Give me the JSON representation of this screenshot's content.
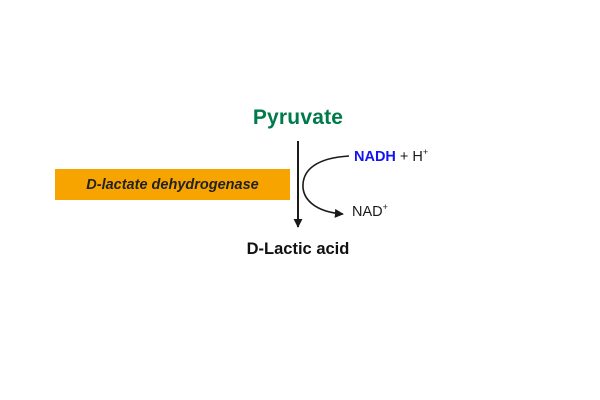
{
  "diagram": {
    "substrate": "Pyruvate",
    "enzyme": "D-lactate dehydrogenase",
    "product": "D-Lactic acid",
    "cofactor_in": {
      "name": "NADH",
      "plus": " + H",
      "sup": "+"
    },
    "cofactor_out": {
      "base": "NAD",
      "sup": "+"
    },
    "colors": {
      "substrate_green": "#00794B",
      "enzyme_orange": "#F7A400",
      "nadh_blue": "#1414F0",
      "arrow_black": "#1A1A1A",
      "background": "#FFFFFF"
    }
  }
}
